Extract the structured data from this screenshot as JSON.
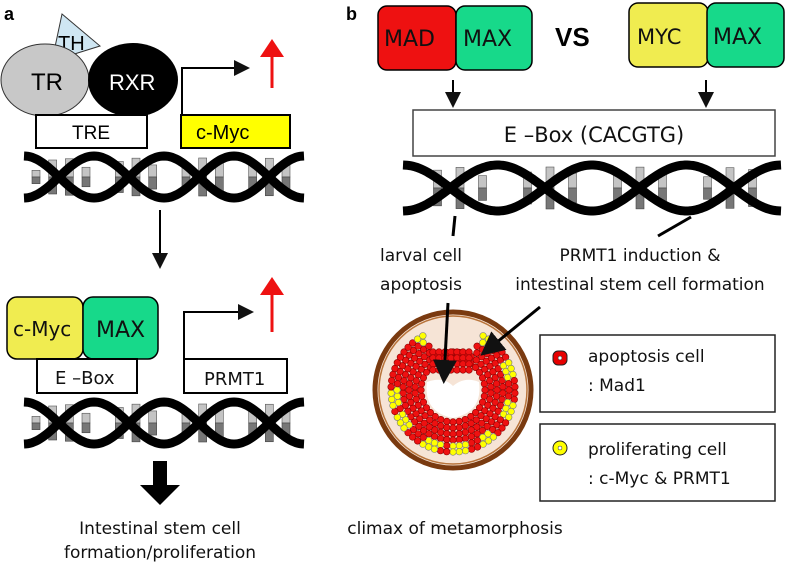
{
  "panel_a": {
    "label": "a",
    "th": "TH",
    "tr": "TR",
    "rxr": "RXR",
    "tre": "TRE",
    "cmyc_gene": "c-Myc",
    "cmyc_protein": "c-Myc",
    "max": "MAX",
    "ebox": "E –Box",
    "prmt1": "PRMT1",
    "outcome_line1": "Intestinal stem cell",
    "outcome_line2": "formation/proliferation"
  },
  "panel_b": {
    "label": "b",
    "mad": "MAD",
    "max_left": "MAX",
    "vs": "VS",
    "myc": "MYC",
    "max_right": "MAX",
    "ebox": "E –Box (CACGTG)",
    "larval_line1": "larval cell",
    "larval_line2": "apoptosis",
    "prmt1_line1": "PRMT1 induction &",
    "prmt1_line2": "intestinal stem cell formation",
    "caption": "climax of metamorphosis",
    "legend": [
      {
        "line1": "apoptosis cell",
        "line2": ": Mad1",
        "color": "#e60000"
      },
      {
        "line1": "proliferating cell",
        "line2": ": c-Myc & PRMT1",
        "color": "#ffff00"
      }
    ]
  },
  "colors": {
    "mad": "#ee1111",
    "max": "#17d98a",
    "myc": "#f0ec50",
    "cmyc_gene": "#ffff00",
    "tr": "#c8c8c8",
    "th": "#cfe6f2",
    "up_arrow": "#ee1111",
    "tissue_ring": "#7a3a10",
    "tissue_bg": "#f6e4d6"
  }
}
